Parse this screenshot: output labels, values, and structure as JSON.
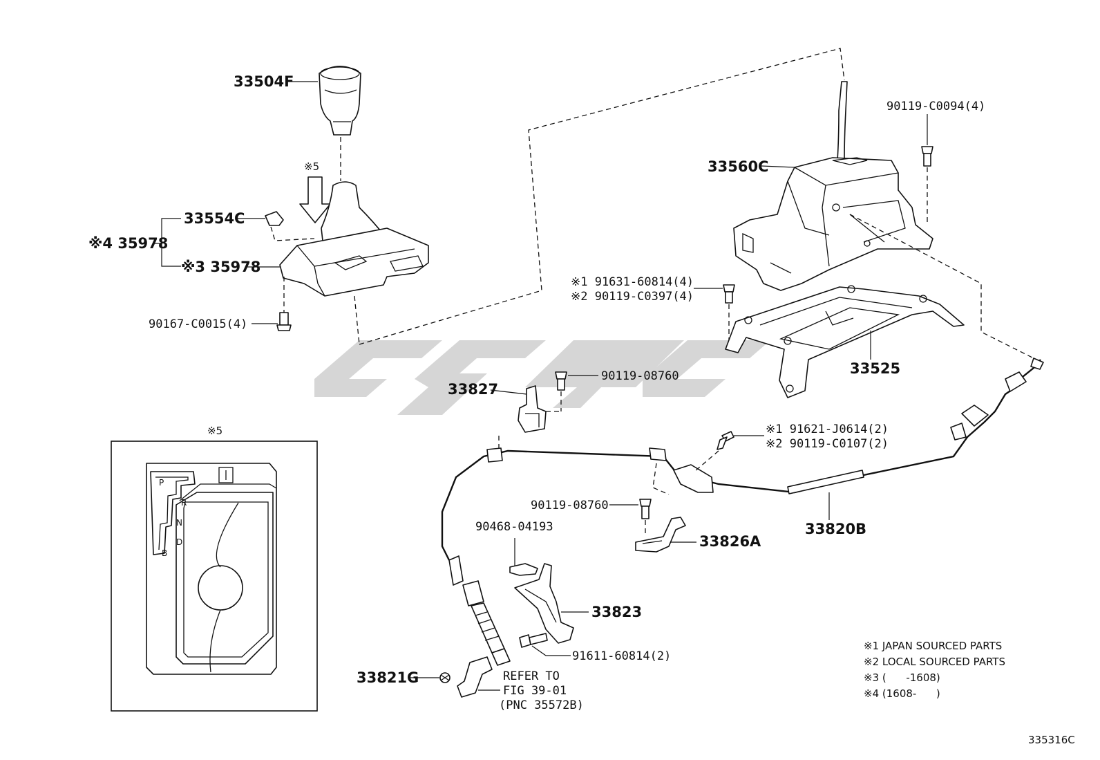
{
  "labels": {
    "knob": "33504F",
    "note5_top": "※5",
    "pn_33554C": "33554C",
    "pn_35978_m4": "※4 35978",
    "pn_35978_m3": "※3 35978",
    "pn_90167": "90167-C0015(4)",
    "pn_33560C": "33560C",
    "pn_90119_C0094": "90119-C0094(4)",
    "pn_91631": "※1 91631-60814(4)",
    "pn_90119_C0397": "※2 90119-C0397(4)",
    "pn_33525": "33525",
    "pn_33827": "33827",
    "pn_90119_08760_a": "90119-08760",
    "pn_91621": "※1 91621-J0614(2)",
    "pn_90119_C0107": "※2 90119-C0107(2)",
    "pn_90119_08760_b": "90119-08760",
    "pn_33826A": "33826A",
    "pn_33820B": "33820B",
    "pn_90468": "90468-04193",
    "pn_33823": "33823",
    "pn_91611": "91611-60814(2)",
    "pn_33821G": "33821G",
    "refer_1": "REFER TO",
    "refer_2": "FIG 39-01",
    "refer_3": "(PNC 35572B)",
    "inset_title": "※5",
    "gate_P": "P",
    "gate_R": "R",
    "gate_N": "N",
    "gate_D": "D",
    "gate_B": "B"
  },
  "notes": [
    "※1 JAPAN SOURCED PARTS",
    "※2 LOCAL SOURCED PARTS",
    "※3 (      -1608)",
    "※4 (1608-      )"
  ],
  "figure_id": "335316C",
  "colors": {
    "line": "#111111",
    "watermark": "#c8c8c8"
  }
}
